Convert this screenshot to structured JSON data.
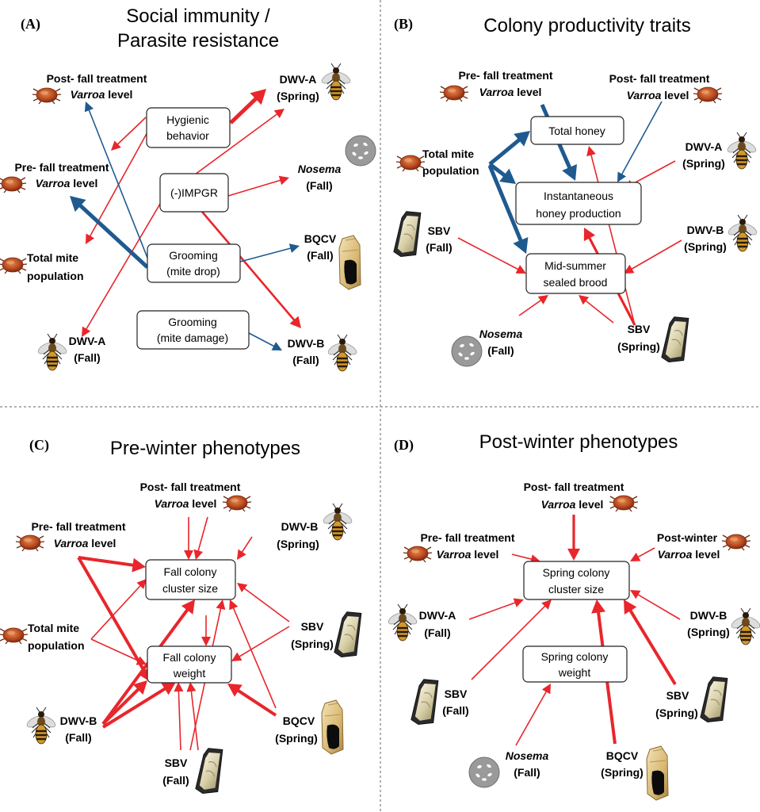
{
  "colors": {
    "positive": "#e8262b",
    "negative": "#1f5a8f"
  },
  "panels": {
    "A": {
      "label": "(A)",
      "title_line1": "Social immunity /",
      "title_line2": "Parasite resistance",
      "hygienic_1": "Hygienic",
      "hygienic_2": "behavior",
      "impgr": "(-)IMPGR",
      "grooming_drop_1": "Grooming",
      "grooming_drop_2": "(mite drop)",
      "grooming_damage_1": "Grooming",
      "grooming_damage_2": "(mite damage)",
      "post_fall_1": "Post- fall treatment",
      "post_fall_2": "Varroa",
      "post_fall_3": "level",
      "pre_fall_1": "Pre- fall treatment",
      "pre_fall_2": "Varroa",
      "pre_fall_3": "level",
      "total_mite_1": "Total mite",
      "total_mite_2": "population",
      "dwva_1": "DWV-A",
      "dwva_2": "(Fall)",
      "dwva_spring_1": "DWV-A",
      "dwva_spring_2": "(Spring)",
      "nosema_1": "Nosema",
      "nosema_2": "(Fall)",
      "bqcv_1": "BQCV",
      "bqcv_2": "(Fall)",
      "dwvb_1": "DWV-B",
      "dwvb_2": "(Fall)"
    },
    "B": {
      "label": "(B)",
      "title": "Colony productivity traits",
      "total_honey": "Total honey",
      "inst_1": "Instantaneous",
      "inst_2": "honey production",
      "mid_1": "Mid-summer",
      "mid_2": "sealed brood",
      "pre_fall_1": "Pre- fall treatment",
      "pre_fall_2": "Varroa",
      "pre_fall_3": "level",
      "post_fall_1": "Post- fall treatment",
      "post_fall_2": "Varroa",
      "post_fall_3": "level",
      "total_mite_1": "Total mite",
      "total_mite_2": "population",
      "dwva_1": "DWV-A",
      "dwva_2": "(Spring)",
      "dwvb_1": "DWV-B",
      "dwvb_2": "(Spring)",
      "sbv_fall_1": "SBV",
      "sbv_fall_2": "(Fall)",
      "nosema_1": "Nosema",
      "nosema_2": "(Fall)",
      "sbv_spring_1": "SBV",
      "sbv_spring_2": "(Spring)"
    },
    "C": {
      "label": "(C)",
      "title": "Pre-winter phenotypes",
      "cluster_1": "Fall colony",
      "cluster_2": "cluster size",
      "weight_1": "Fall colony",
      "weight_2": "weight",
      "post_fall_1": "Post- fall treatment",
      "post_fall_2": "Varroa",
      "post_fall_3": "level",
      "pre_fall_1": "Pre- fall treatment",
      "pre_fall_2": "Varroa",
      "pre_fall_3": "level",
      "dwvb_spring_1": "DWV-B",
      "dwvb_spring_2": "(Spring)",
      "total_mite_1": "Total mite",
      "total_mite_2": "population",
      "sbv_spring_1": "SBV",
      "sbv_spring_2": "(Spring)",
      "dwvb_fall_1": "DWV-B",
      "dwvb_fall_2": "(Fall)",
      "bqcv_1": "BQCV",
      "bqcv_2": "(Spring)",
      "sbv_fall_1": "SBV",
      "sbv_fall_2": "(Fall)"
    },
    "D": {
      "label": "(D)",
      "title": "Post-winter phenotypes",
      "cluster_1": "Spring colony",
      "cluster_2": "cluster size",
      "weight_1": "Spring colony",
      "weight_2": "weight",
      "post_fall_1": "Post- fall treatment",
      "post_fall_2": "Varroa",
      "post_fall_3": "level",
      "pre_fall_1": "Pre- fall treatment",
      "pre_fall_2": "Varroa",
      "pre_fall_3": "level",
      "post_winter_1": "Post-winter",
      "post_winter_2": "Varroa",
      "post_winter_3": "level",
      "dwva_1": "DWV-A",
      "dwva_2": "(Fall)",
      "dwvb_1": "DWV-B",
      "dwvb_2": "(Spring)",
      "sbv_fall_1": "SBV",
      "sbv_fall_2": "(Fall)",
      "sbv_spring_1": "SBV",
      "sbv_spring_2": "(Spring)",
      "nosema_1": "Nosema",
      "nosema_2": "(Fall)",
      "bqcv_1": "BQCV",
      "bqcv_2": "(Spring)"
    }
  }
}
